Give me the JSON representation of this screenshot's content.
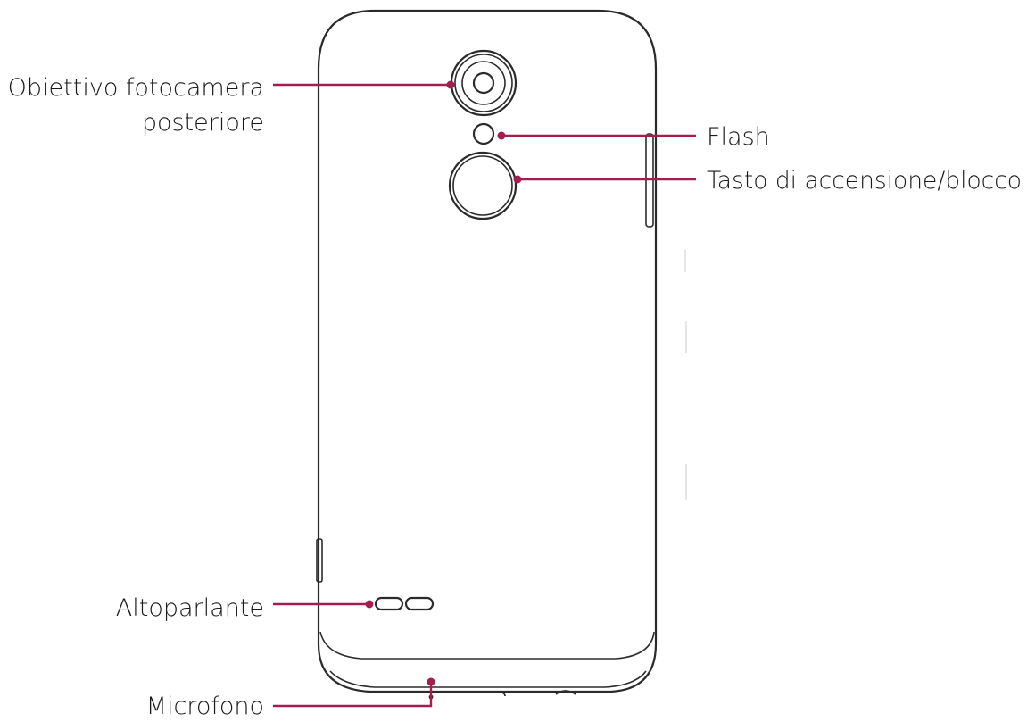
{
  "labels": {
    "rear_camera_line1": "Obiettivo fotocamera",
    "rear_camera_line2": "posteriore",
    "flash": "Flash",
    "power_key": "Tasto di accensione/blocco",
    "speaker": "Altoparlante",
    "microphone": "Microfono"
  },
  "colors": {
    "leader": "#a51c4e",
    "outline": "#2b2b2b",
    "text": "#1a1a1a"
  }
}
